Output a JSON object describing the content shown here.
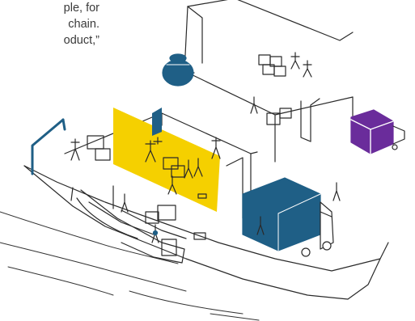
{
  "caption": {
    "lines": [
      "ple, for",
      "chain.",
      "oduct,”"
    ]
  },
  "colors": {
    "highlight": "#f5d000",
    "teal": "#1f5f86",
    "purple": "#6a2c9b",
    "ink": "#2a2a2a"
  },
  "icons": {
    "dome": "water-tank-icon",
    "cube": "purple-package-icon",
    "truck": "delivery-truck-icon"
  }
}
